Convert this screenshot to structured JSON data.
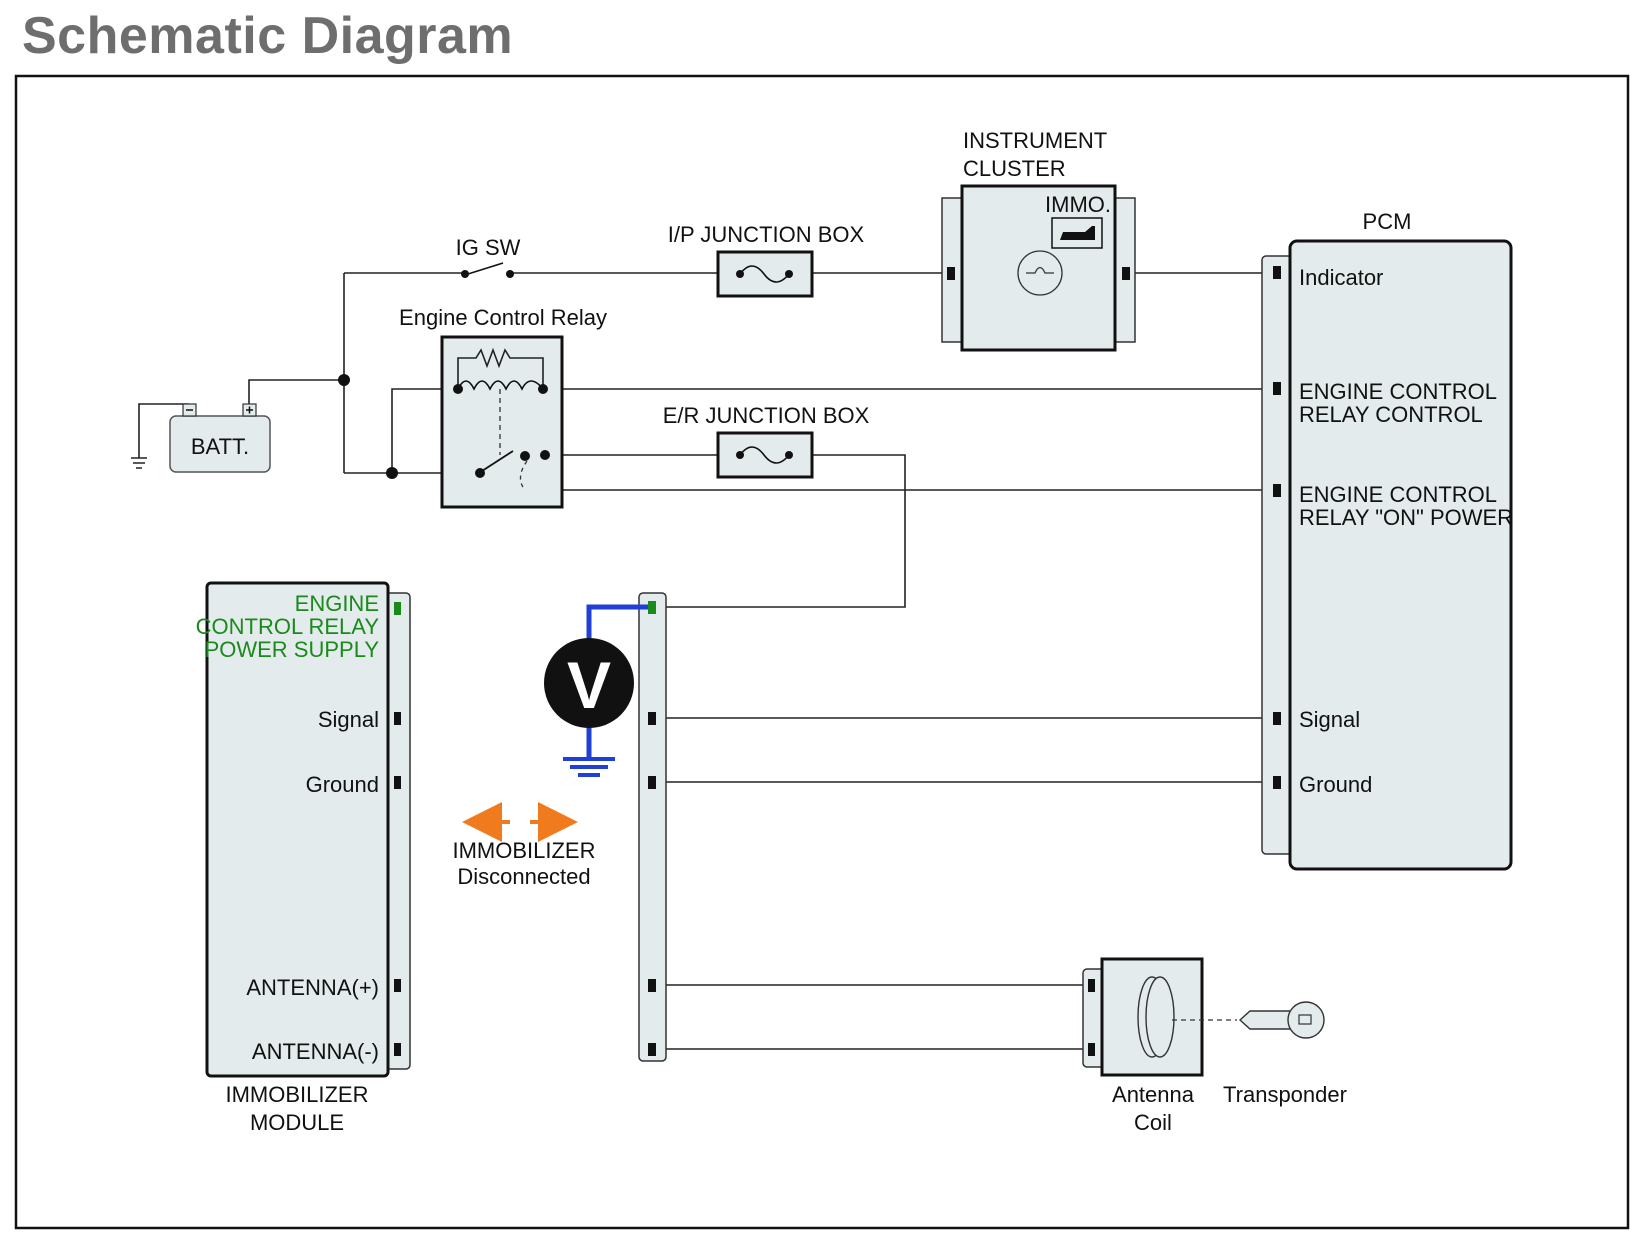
{
  "title": "Schematic Diagram",
  "colors": {
    "title": "#6e6e6e",
    "component_fill": "#e3ebec",
    "highlight_text": "#1a8a1a",
    "probe_wire": "#1f3fd6",
    "arrow": "#f07a1e"
  },
  "components": {
    "battery": "BATT.",
    "ig_switch": "IG SW",
    "ip_junction_box": "I/P JUNCTION BOX",
    "er_junction_box": "E/R JUNCTION BOX",
    "engine_control_relay": "Engine Control Relay",
    "instrument_cluster_line1": "INSTRUMENT",
    "instrument_cluster_line2": "CLUSTER",
    "immo_indicator": "IMMO.",
    "pcm": "PCM",
    "immobilizer_module_line1": "IMMOBILIZER",
    "immobilizer_module_line2": "MODULE",
    "antenna_coil_line1": "Antenna",
    "antenna_coil_line2": "Coil",
    "transponder": "Transponder",
    "voltmeter": "V"
  },
  "pcm_pins": {
    "indicator": "Indicator",
    "relay_control_line1": "ENGINE CONTROL",
    "relay_control_line2": "RELAY CONTROL",
    "relay_on_power_line1": "ENGINE CONTROL",
    "relay_on_power_line2": "RELAY \"ON\" POWER",
    "signal": "Signal",
    "ground": "Ground"
  },
  "immobilizer_pins": {
    "power_line1": "ENGINE",
    "power_line2": "CONTROL RELAY",
    "power_line3": "POWER SUPPLY",
    "signal": "Signal",
    "ground": "Ground",
    "antenna_plus": "ANTENNA(+)",
    "antenna_minus": "ANTENNA(-)"
  },
  "status": {
    "line1": "IMMOBILIZER",
    "line2": "Disconnected"
  }
}
